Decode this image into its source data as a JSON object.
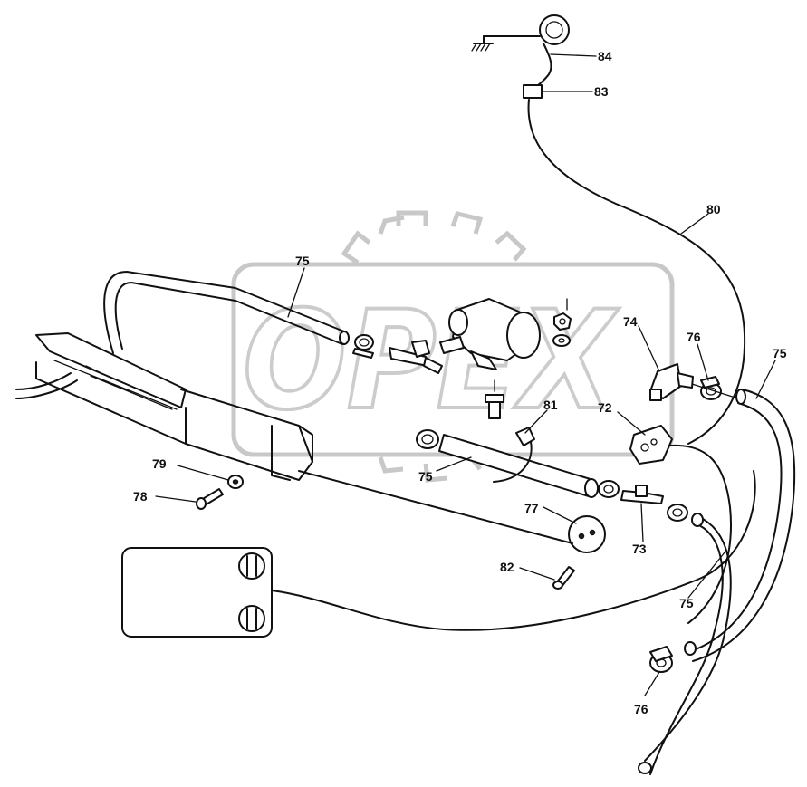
{
  "watermark": {
    "text": "OPEX"
  },
  "callouts": {
    "c84": "84",
    "c83": "83",
    "c80": "80",
    "c75_top": "75",
    "c74": "74",
    "c76_top": "76",
    "c75_right": "75",
    "c81": "81",
    "c72": "72",
    "c75_mid": "75",
    "c79": "79",
    "c78": "78",
    "c77": "77",
    "c73": "73",
    "c82": "82",
    "c75_bottom": "75",
    "c76_bottom": "76"
  }
}
